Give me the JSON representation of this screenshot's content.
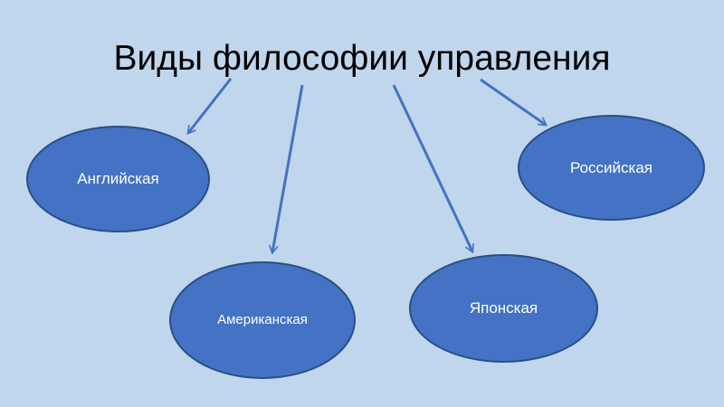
{
  "slide": {
    "title": "Виды философии управления",
    "background_color": "#c0d6ec"
  },
  "colors": {
    "node_fill": "#4472c4",
    "node_border": "#2a4f86",
    "arrow": "#4472c4",
    "node_text": "#ffffff"
  },
  "nodes": {
    "english": "Английская",
    "american": "Американская",
    "japanese": "Японская",
    "russian": "Российская"
  }
}
